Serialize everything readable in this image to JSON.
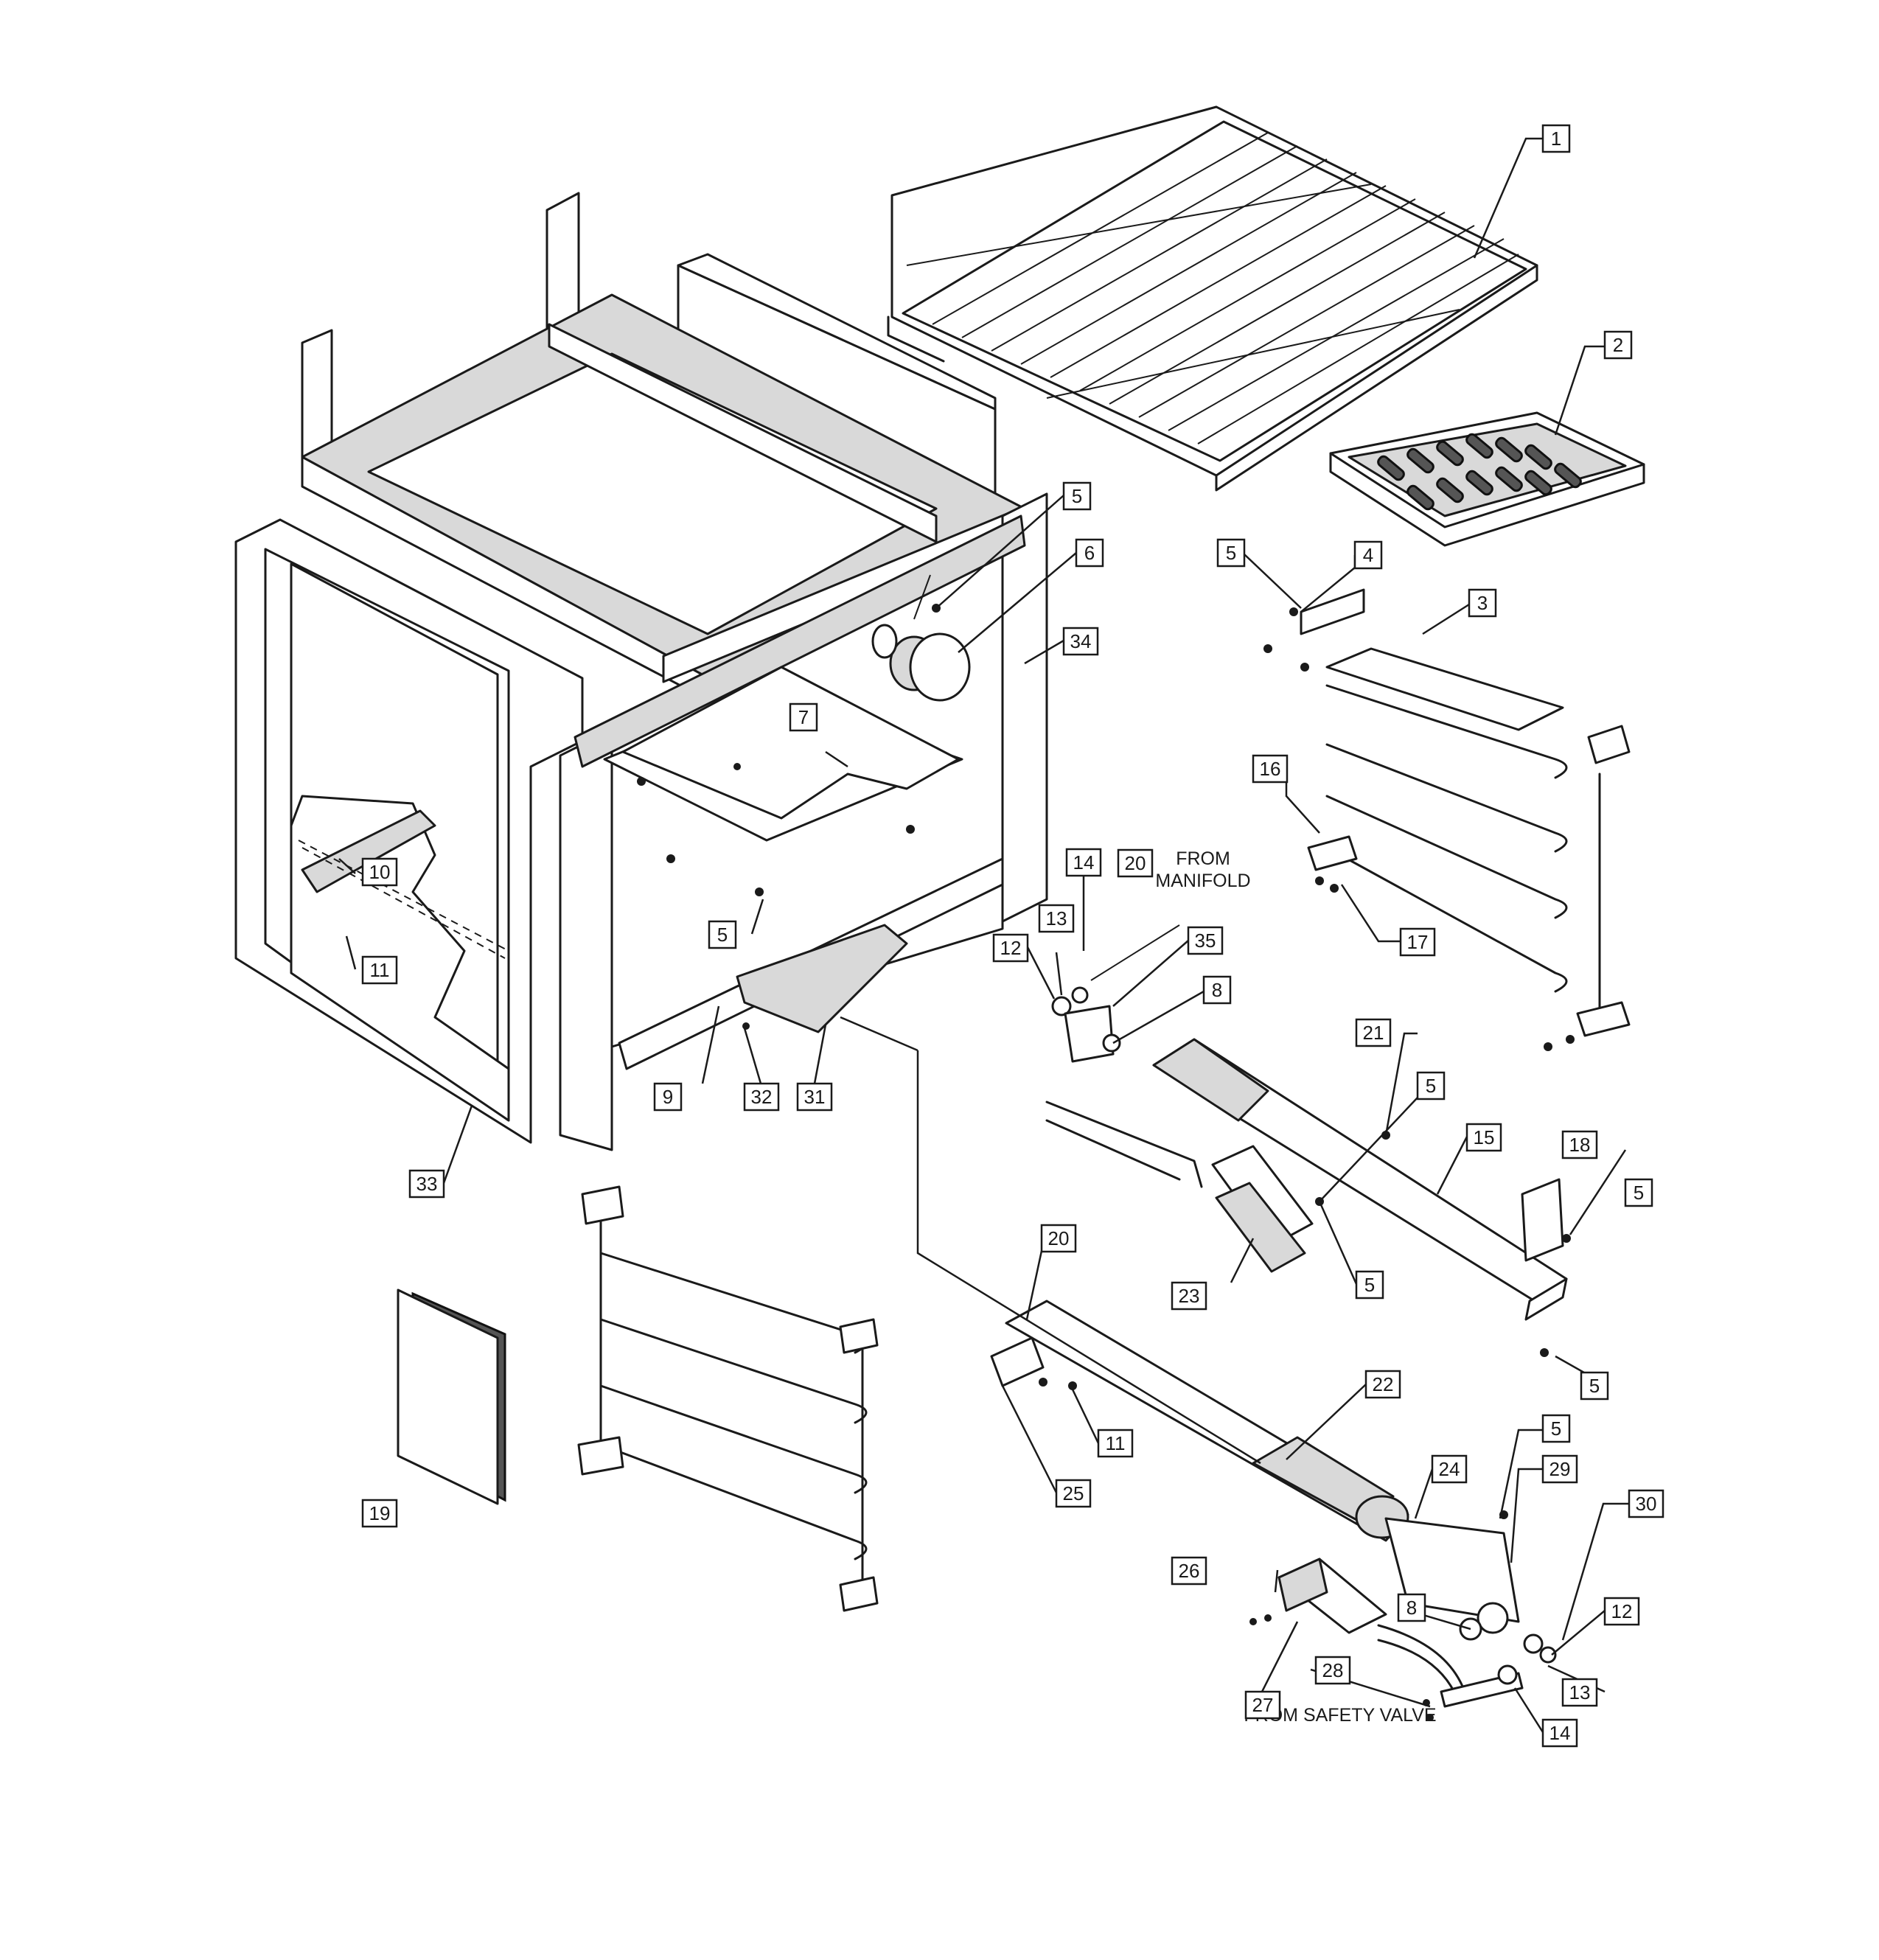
{
  "callouts": {
    "c1": "1",
    "c2": "2",
    "c3": "3",
    "c4": "4",
    "c5a": "5",
    "c5b": "5",
    "c5c": "5",
    "c5d": "5",
    "c5e": "5",
    "c5f": "5",
    "c5g": "5",
    "c5h": "5",
    "c6": "6",
    "c7": "7",
    "c8a": "8",
    "c8b": "8",
    "c9": "9",
    "c10": "10",
    "c11a": "11",
    "c11b": "11",
    "c12a": "12",
    "c12b": "12",
    "c13a": "13",
    "c13b": "13",
    "c14a": "14",
    "c14b": "14",
    "c15": "15",
    "c16": "16",
    "c17": "17",
    "c18": "18",
    "c19": "19",
    "c20a": "20",
    "c20b": "20",
    "c21": "21",
    "c22": "22",
    "c23": "23",
    "c24": "24",
    "c25": "25",
    "c26": "26",
    "c27": "27",
    "c28": "28",
    "c29": "29",
    "c30": "30",
    "c31": "31",
    "c32": "32",
    "c33": "33",
    "c34": "34",
    "c35": "35"
  },
  "notes": {
    "from_manifold_line1": "FROM",
    "from_manifold_line2": "MANIFOLD",
    "from_safety_valve": "FROM SAFETY VALVE"
  }
}
